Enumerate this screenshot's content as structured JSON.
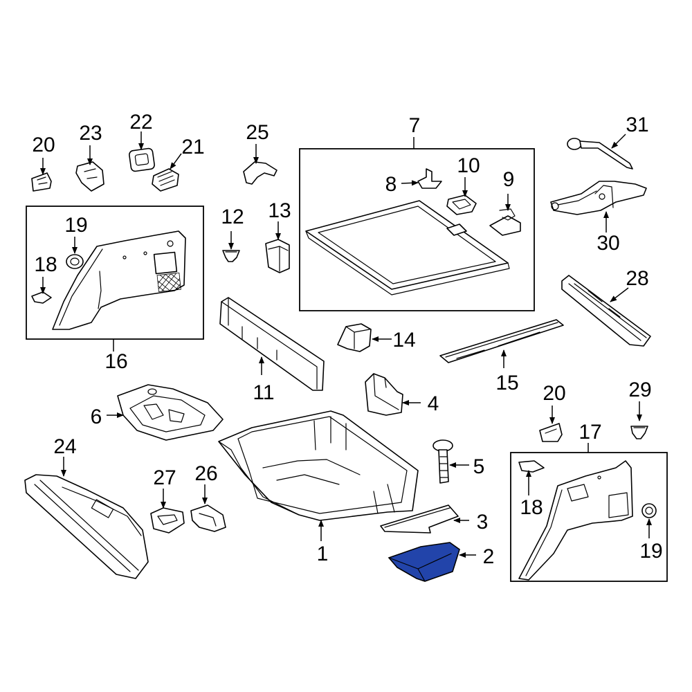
{
  "diagram": {
    "highlight_color": "#2244aa",
    "highlighted_part": "2",
    "callouts": {
      "c1": "1",
      "c2": "2",
      "c3": "3",
      "c4": "4",
      "c5": "5",
      "c6": "6",
      "c7": "7",
      "c8": "8",
      "c9": "9",
      "c10": "10",
      "c11": "11",
      "c12": "12",
      "c13": "13",
      "c14": "14",
      "c15": "15",
      "c16": "16",
      "c17": "17",
      "c18a": "18",
      "c18b": "18",
      "c19a": "19",
      "c19b": "19",
      "c20a": "20",
      "c20b": "20",
      "c21": "21",
      "c22": "22",
      "c23": "23",
      "c24": "24",
      "c25": "25",
      "c26": "26",
      "c27": "27",
      "c28": "28",
      "c29": "29",
      "c30": "30",
      "c31": "31"
    }
  }
}
